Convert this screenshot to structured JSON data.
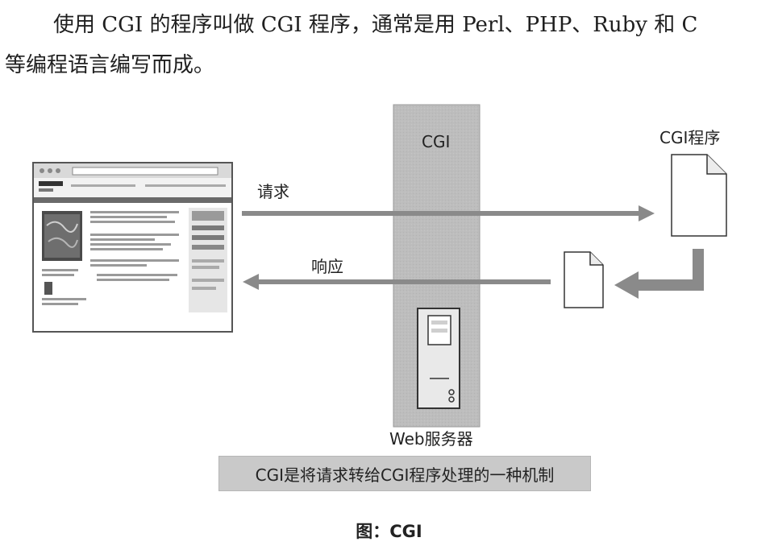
{
  "paragraph": {
    "line1": "使用 CGI 的程序叫做 CGI 程序，通常是用 Perl、PHP、Ruby 和 C",
    "line2": "等编程语言编写而成。"
  },
  "diagram": {
    "cgi_label": "CGI",
    "request_label": "请求",
    "response_label": "响应",
    "cgi_program_label": "CGI程序",
    "server_label": "Web服务器",
    "caption": "CGI是将请求转给CGI程序处理的一种机制"
  },
  "figure_title": "图：CGI",
  "colors": {
    "cgi_band": "#bdbdbd",
    "arrow": "#8a8a8a",
    "caption_bg": "#c9c9c9"
  }
}
